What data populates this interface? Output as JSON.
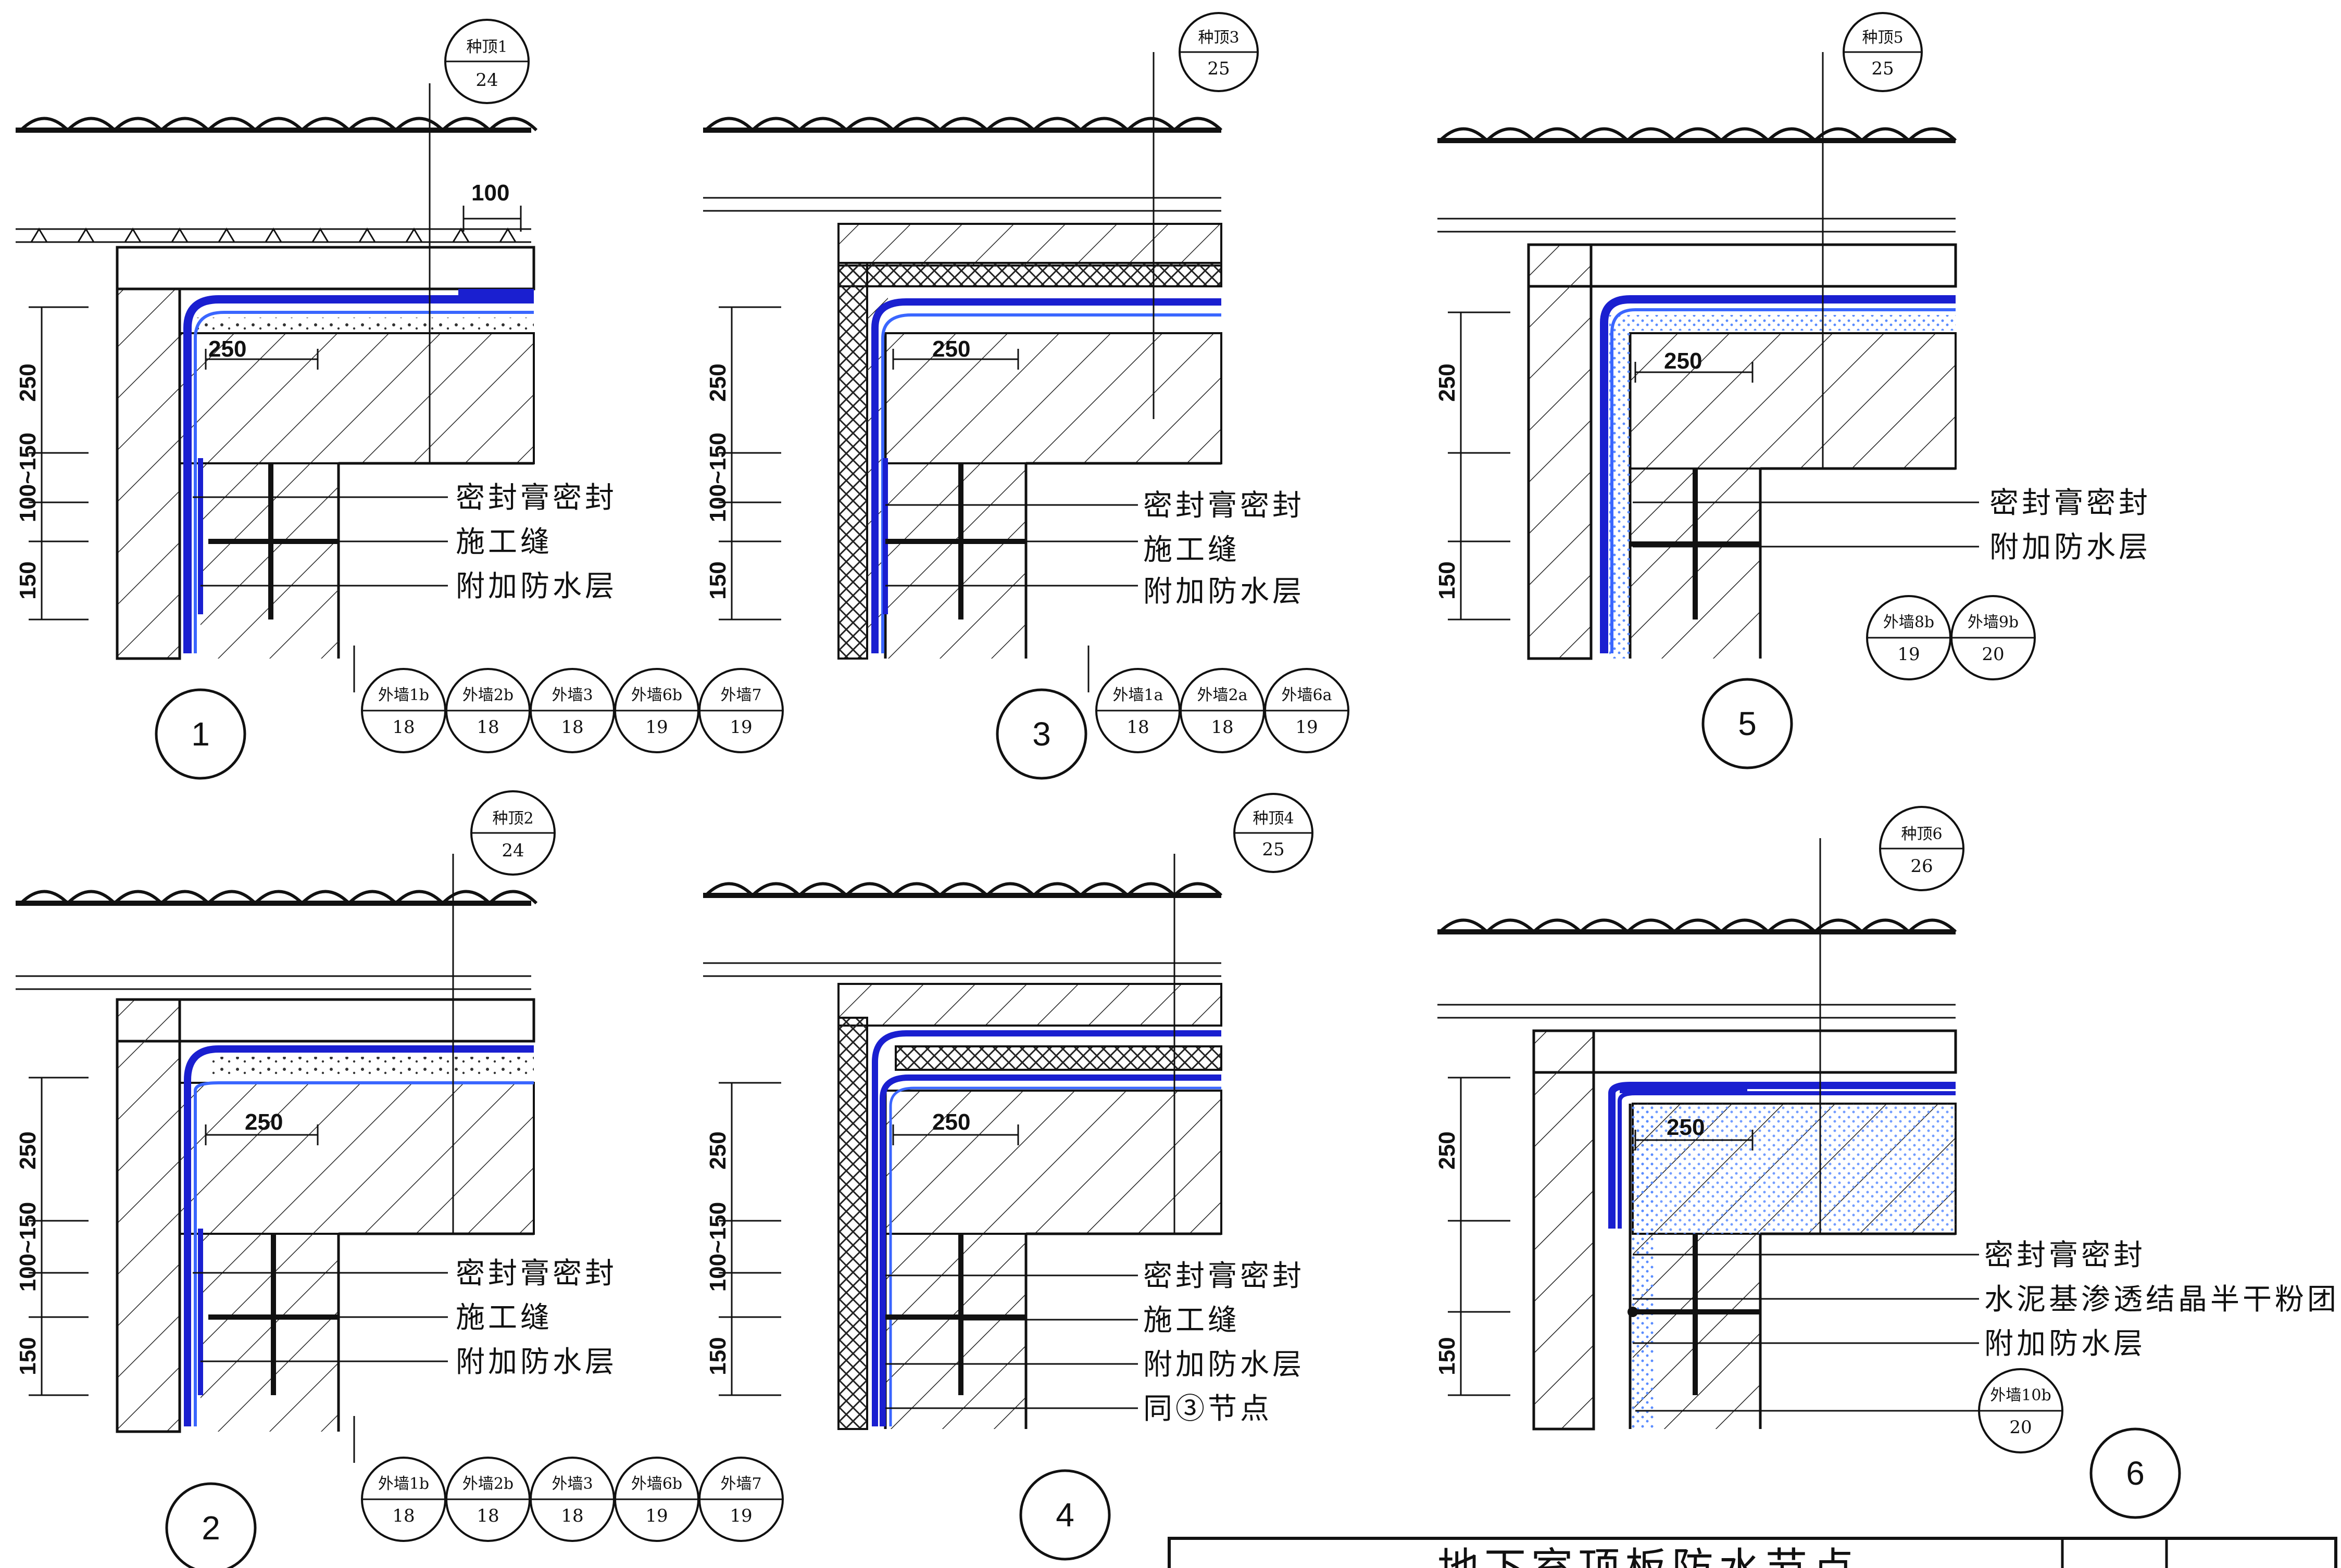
{
  "details": [
    {
      "id": "1",
      "roof_ref": {
        "top": "种顶1",
        "bottom": "24"
      },
      "dims": {
        "d1": "250",
        "d2": "100~150",
        "d3": "150",
        "d250": "250",
        "d100": "100"
      },
      "labels": [
        "密封膏密封",
        "施工缝",
        "附加防水层"
      ],
      "wall_refs": [
        {
          "top": "外墙1b",
          "bottom": "18"
        },
        {
          "top": "外墙2b",
          "bottom": "18"
        },
        {
          "top": "外墙3",
          "bottom": "18"
        },
        {
          "top": "外墙6b",
          "bottom": "19"
        },
        {
          "top": "外墙7",
          "bottom": "19"
        }
      ]
    },
    {
      "id": "2",
      "roof_ref": {
        "top": "种顶2",
        "bottom": "24"
      },
      "dims": {
        "d1": "250",
        "d2": "100~150",
        "d3": "150",
        "d250": "250"
      },
      "labels": [
        "密封膏密封",
        "施工缝",
        "附加防水层"
      ],
      "wall_refs": [
        {
          "top": "外墙1b",
          "bottom": "18"
        },
        {
          "top": "外墙2b",
          "bottom": "18"
        },
        {
          "top": "外墙3",
          "bottom": "18"
        },
        {
          "top": "外墙6b",
          "bottom": "19"
        },
        {
          "top": "外墙7",
          "bottom": "19"
        }
      ]
    },
    {
      "id": "3",
      "roof_ref": {
        "top": "种顶3",
        "bottom": "25"
      },
      "dims": {
        "d1": "250",
        "d2": "100~150",
        "d3": "150",
        "d250": "250"
      },
      "labels": [
        "密封膏密封",
        "施工缝",
        "附加防水层"
      ],
      "wall_refs": [
        {
          "top": "外墙1a",
          "bottom": "18"
        },
        {
          "top": "外墙2a",
          "bottom": "18"
        },
        {
          "top": "外墙6a",
          "bottom": "19"
        }
      ]
    },
    {
      "id": "4",
      "roof_ref": {
        "top": "种顶4",
        "bottom": "25"
      },
      "dims": {
        "d1": "250",
        "d2": "100~150",
        "d3": "150",
        "d250": "250"
      },
      "labels": [
        "密封膏密封",
        "施工缝",
        "附加防水层",
        "同③节点"
      ]
    },
    {
      "id": "5",
      "roof_ref": {
        "top": "种顶5",
        "bottom": "25"
      },
      "dims": {
        "d1": "250",
        "d3": "150",
        "d250": "250"
      },
      "labels": [
        "密封膏密封",
        "附加防水层"
      ],
      "wall_refs": [
        {
          "top": "外墙8b",
          "bottom": "19"
        },
        {
          "top": "外墙9b",
          "bottom": "20"
        }
      ]
    },
    {
      "id": "6",
      "roof_ref": {
        "top": "种顶6",
        "bottom": "26"
      },
      "dims": {
        "d1": "250",
        "d3": "150",
        "d250": "250"
      },
      "labels": [
        "密封膏密封",
        "水泥基渗透结晶半干粉团",
        "附加防水层"
      ],
      "wall_refs": [
        {
          "top": "外墙10b",
          "bottom": "20"
        }
      ]
    }
  ],
  "title_block": {
    "title": "地下室顶板防水节点"
  },
  "colors": {
    "membrane": "#1a1fd0",
    "membrane_light": "#3a66ff",
    "line": "#1a1a1a"
  }
}
